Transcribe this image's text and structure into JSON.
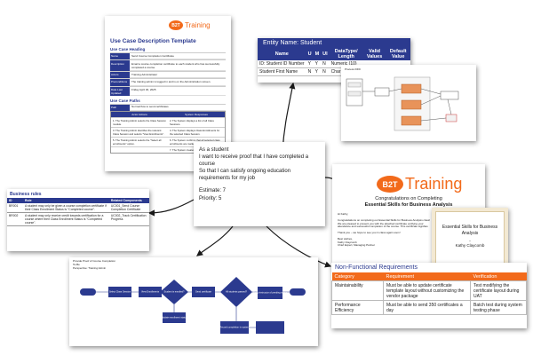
{
  "brand": {
    "logo_badge": "B2T",
    "logo_word": "Training",
    "orange": "#f26a1b",
    "navy": "#2b3a8f"
  },
  "use_case": {
    "title": "Use Case Description Template",
    "section1": "Use Case Heading",
    "rows": [
      {
        "k": "Name",
        "v": "Send Course Completion Certificate"
      },
      {
        "k": "Description",
        "v": "Email a course completion certificate to each student who has successfully completed a course."
      },
      {
        "k": "Actors",
        "v": "Training Administrator"
      },
      {
        "k": "Preconditions",
        "v": "The training admin is logged in and is on the Administration screen."
      },
      {
        "k": "Date Last Updated",
        "v": "Friday April 30, 2025"
      }
    ],
    "section2": "Use Case Paths",
    "path_name": "Normal flow to send certificates",
    "col_actor": "Actor Actions",
    "col_system": "System Responses",
    "steps": [
      {
        "a": "1. The Training Admin selects the Class Session module.",
        "s": "2. The System displays a list of all Class Sessions."
      },
      {
        "a": "3. The Training Admin identifies the relevant Class Session and selects \"View Enrollments\".",
        "s": "4. The System displays Class Enrollments for the selected Class Session."
      },
      {
        "a": "5. The Training Admin selects the \"Select all enrollments\" option.",
        "s": "6. The System confirms that all selected class enrollments are marked \"Course Completed\"."
      },
      {
        "a": "",
        "s": "7. The System creates the note range."
      }
    ]
  },
  "entity": {
    "title": "Entity Name:   Student",
    "headers": [
      "Name",
      "U",
      "M",
      "UI",
      "DataType/ Length",
      "Valid Values",
      "Default Value"
    ],
    "rows": [
      [
        "ID: Student ID Number",
        "Y",
        "Y",
        "N",
        "Numeric (10)",
        "",
        ""
      ],
      [
        "Student First Name",
        "N",
        "Y",
        "N",
        "Char (20)",
        "",
        ""
      ]
    ]
  },
  "dfd": {
    "label": "Process DFD"
  },
  "email": {
    "line1": "Congratulations on Completing",
    "line2": "Essential Skills for Business Analysis",
    "greeting": "Hi Kathy,",
    "para1": "Congratulations on completing our Essential Skills for Business Analysis class! We are pleased to present you with the attached certificate verifying your attendance and successful completion of the course. This certificate signifies",
    "para2": "Thank you – we hope to see you in class again soon!",
    "sign1": "Best wishes,",
    "sign2": "Kathy Claycomb",
    "sign3": "Chief Expert, Managing Partner"
  },
  "certificate": {
    "course": "Essential Skills for Business Analysis",
    "student": "Kathy Claycomb"
  },
  "story": {
    "l1": "As a student",
    "l2": "I want to receive proof that I have completed a course",
    "l3": "So that I can satisfy ongoing education requirements for my job",
    "estimate": "Estimate: 7",
    "priority": "Priority: 5"
  },
  "rules": {
    "title": "Business rules",
    "headers": [
      "ID",
      "Rule",
      "Related Components"
    ],
    "rows": [
      [
        "BR001",
        "A student may only be given a course completion certificate if their Class Enrollment Status is \"Completed course\".",
        "UC001_Send Course Completion Certificate"
      ],
      [
        "BR002",
        "A student may only receive credit towards certification for a course where their Class Enrollment Status is \"Completed course\".",
        "UC002_Track Certification Progress"
      ]
    ]
  },
  "process": {
    "title": "Provide Proof of Course Completion",
    "sub1": "To-Be",
    "sub2": "Perspective: Training Admin",
    "box_request": "Select Class Session",
    "box_view": "View Enrollments",
    "diamond1": "Student is enrolled?",
    "box_cert": "Send certificate",
    "diamond2": "All students passed?",
    "box_notify": "Notify instructor of pending status",
    "box_update": "Update enrollment status",
    "box_record": "Record completion in system"
  },
  "nfr": {
    "title": "Non-Functional Requirements",
    "headers": [
      "Category",
      "Requirement",
      "Verification"
    ],
    "rows": [
      [
        "Maintainability",
        "Must be able to update certificate template layout without customizing the vendor package",
        "Test modifying the certificate layout during UAT"
      ],
      [
        "Performance Efficiency",
        "Must be able to send 350 certificates a day",
        "Batch test during system testing phase"
      ]
    ]
  }
}
